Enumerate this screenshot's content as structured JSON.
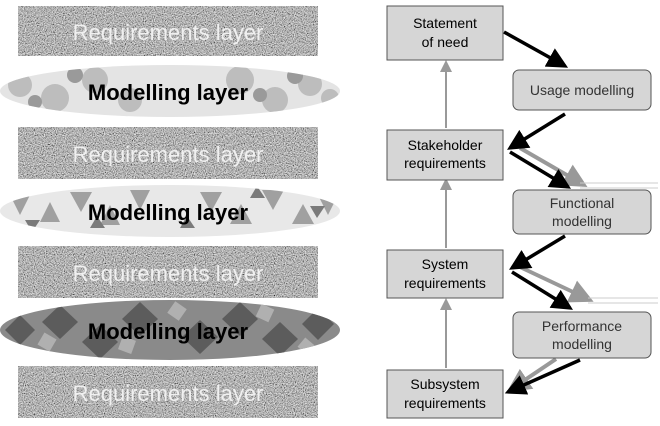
{
  "left_stack": {
    "requirements_label": "Requirements layer",
    "modelling_label": "Modelling layer",
    "layers": [
      {
        "kind": "requirements"
      },
      {
        "kind": "modelling"
      },
      {
        "kind": "requirements"
      },
      {
        "kind": "modelling"
      },
      {
        "kind": "requirements"
      },
      {
        "kind": "modelling"
      },
      {
        "kind": "requirements"
      }
    ]
  },
  "flow": {
    "requirement_boxes": [
      {
        "line1": "Statement",
        "line2": "of need"
      },
      {
        "line1": "Stakeholder",
        "line2": "requirements"
      },
      {
        "line1": "System",
        "line2": "requirements"
      },
      {
        "line1": "Subsystem",
        "line2": "requirements"
      }
    ],
    "modelling_boxes": [
      {
        "line1": "Usage modelling",
        "line2": ""
      },
      {
        "line1": "Functional",
        "line2": "modelling"
      },
      {
        "line1": "Performance",
        "line2": "modelling"
      }
    ]
  },
  "colors": {
    "requirements_box_fill": "#d6d6d6",
    "box_stroke": "#555555",
    "arrow_black": "#000000",
    "arrow_gray": "#999999",
    "requirements_text": "#f0f0f0",
    "modelling_text": "#000000",
    "noise_base": "#7c7c7c"
  }
}
